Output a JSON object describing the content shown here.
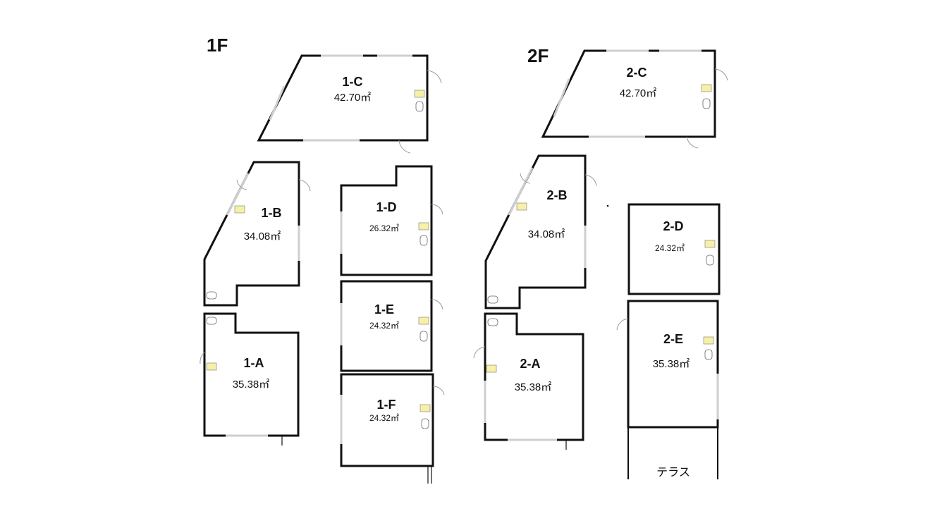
{
  "floors": [
    {
      "label": "1F",
      "units": [
        {
          "name": "1-C",
          "area": "42.70㎡"
        },
        {
          "name": "1-B",
          "area": "34.08㎡"
        },
        {
          "name": "1-D",
          "area": "26.32㎡"
        },
        {
          "name": "1-E",
          "area": "24.32㎡"
        },
        {
          "name": "1-A",
          "area": "35.38㎡"
        },
        {
          "name": "1-F",
          "area": "24.32㎡"
        }
      ]
    },
    {
      "label": "2F",
      "units": [
        {
          "name": "2-C",
          "area": "42.70㎡"
        },
        {
          "name": "2-B",
          "area": "34.08㎡"
        },
        {
          "name": "2-D",
          "area": "24.32㎡"
        },
        {
          "name": "2-A",
          "area": "35.38㎡"
        },
        {
          "name": "2-E",
          "area": "35.38㎡"
        }
      ],
      "terrace_label": "テラス"
    }
  ],
  "colors": {
    "wall": "#111111",
    "window": "#cfcfcf",
    "kitchen": "#f6f0a8"
  }
}
